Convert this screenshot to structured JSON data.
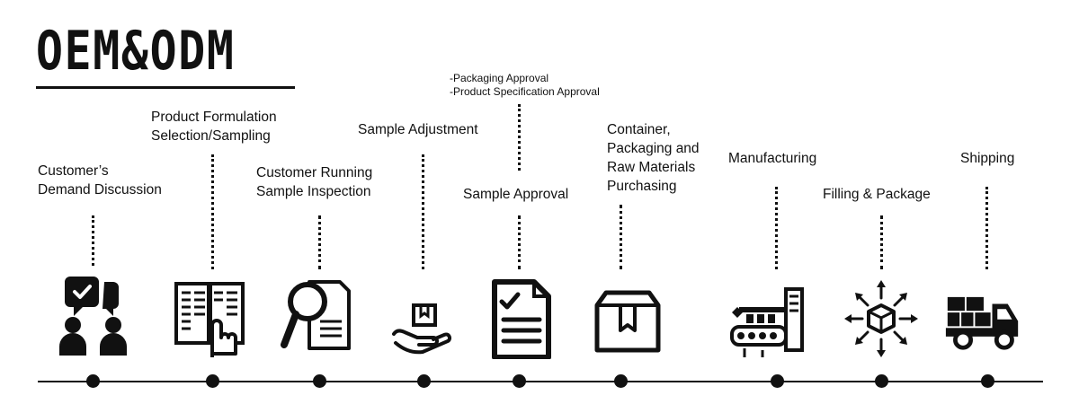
{
  "title": "OEM&ODM",
  "approval_notes": [
    "-Packaging Approval",
    "-Product Specification Approval"
  ],
  "steps": [
    {
      "lines": [
        "Customer’s",
        "Demand Discussion"
      ],
      "icon": "discussion-icon"
    },
    {
      "lines": [
        "Product Formulation",
        "Selection/Sampling"
      ],
      "icon": "catalog-selection-icon"
    },
    {
      "lines": [
        "Customer Running",
        "Sample Inspection"
      ],
      "icon": "inspection-magnifier-icon"
    },
    {
      "lines": [
        "Sample Adjustment"
      ],
      "icon": "hand-box-icon"
    },
    {
      "lines": [
        "Sample Approval"
      ],
      "icon": "checklist-icon"
    },
    {
      "lines": [
        "Container,",
        "Packaging and",
        "Raw Materials",
        "Purchasing"
      ],
      "icon": "package-box-icon"
    },
    {
      "lines": [
        "Manufacturing"
      ],
      "icon": "factory-machine-icon"
    },
    {
      "lines": [
        "Filling & Package"
      ],
      "icon": "distribution-box-icon"
    },
    {
      "lines": [
        "Shipping"
      ],
      "icon": "delivery-truck-icon"
    }
  ]
}
